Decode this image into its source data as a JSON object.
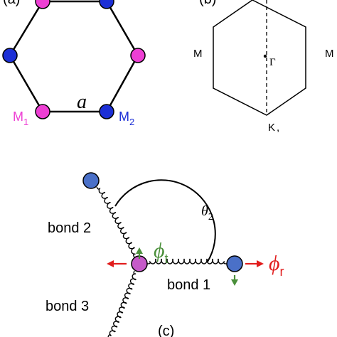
{
  "panel_a": {
    "label": "(a)",
    "lattice_const": "a",
    "m1": "M",
    "m1_sub": "1",
    "m2": "M",
    "m2_sub": "2"
  },
  "panel_b": {
    "label": "(b)",
    "m_left": "M",
    "m_right": "M",
    "gamma": "Γ",
    "k": "K",
    "k_suffix": ","
  },
  "panel_c": {
    "label": "(c)",
    "bond1": "bond 1",
    "bond2": "bond 2",
    "bond3": "bond 3",
    "theta": "θ",
    "theta_sub": "2",
    "phi_t": "ϕ",
    "phi_t_sub": "t",
    "phi_r": "ϕ",
    "phi_r_sub": "r"
  },
  "colors": {
    "magenta": "#ee3fd4",
    "blue": "#1c2fd6",
    "green": "#4a8f3a",
    "red": "#e11d1d",
    "pink_atom": "#c65ac9",
    "blue_atom": "#4a70c8"
  }
}
